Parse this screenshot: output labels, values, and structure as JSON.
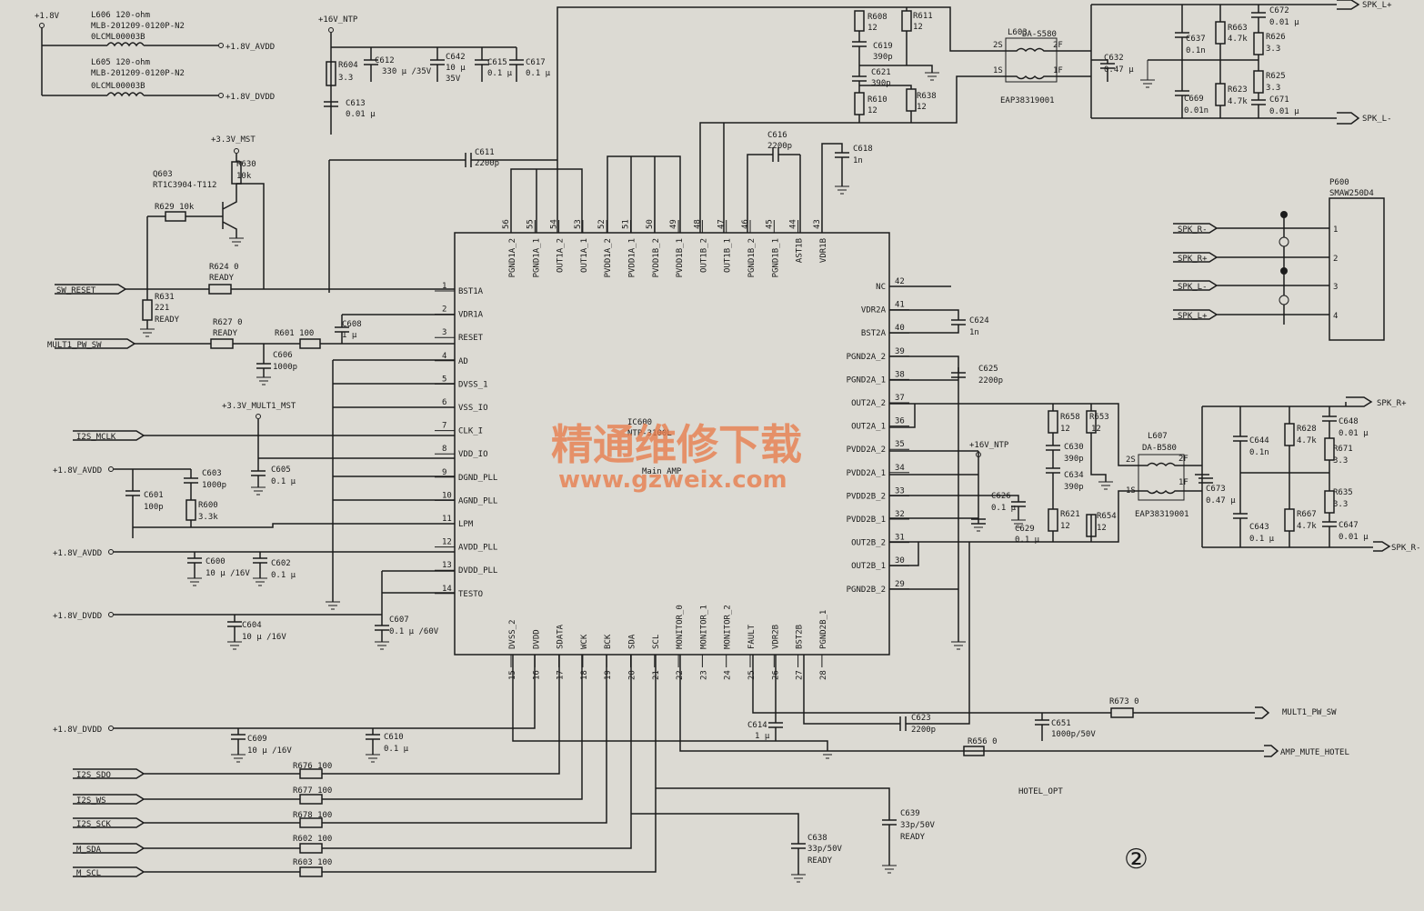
{
  "ic": {
    "ref": "IC600",
    "part": "NTP-3100L",
    "name": "Main AMP",
    "left_pins": [
      {
        "n": "1",
        "name": "BST1A"
      },
      {
        "n": "2",
        "name": "VDR1A"
      },
      {
        "n": "3",
        "name": "RESET"
      },
      {
        "n": "4",
        "name": "AD"
      },
      {
        "n": "5",
        "name": "DVSS_1"
      },
      {
        "n": "6",
        "name": "VSS_IO"
      },
      {
        "n": "7",
        "name": "CLK_I"
      },
      {
        "n": "8",
        "name": "VDD_IO"
      },
      {
        "n": "9",
        "name": "DGND_PLL"
      },
      {
        "n": "10",
        "name": "AGND_PLL"
      },
      {
        "n": "11",
        "name": "LPM"
      },
      {
        "n": "12",
        "name": "AVDD_PLL"
      },
      {
        "n": "13",
        "name": "DVDD_PLL"
      },
      {
        "n": "14",
        "name": "TESTO"
      }
    ],
    "top_pins": [
      {
        "n": "56",
        "name": "PGND1A_2"
      },
      {
        "n": "55",
        "name": "PGND1A_1"
      },
      {
        "n": "54",
        "name": "OUT1A_2"
      },
      {
        "n": "53",
        "name": "OUT1A_1"
      },
      {
        "n": "52",
        "name": "PVDD1A_2"
      },
      {
        "n": "51",
        "name": "PVDD1A_1"
      },
      {
        "n": "50",
        "name": "PVDD1B_2"
      },
      {
        "n": "49",
        "name": "PVDD1B_1"
      },
      {
        "n": "48",
        "name": "OUT1B_2"
      },
      {
        "n": "47",
        "name": "OUT1B_1"
      },
      {
        "n": "46",
        "name": "PGND1B_2"
      },
      {
        "n": "45",
        "name": "PGND1B_1"
      },
      {
        "n": "44",
        "name": "AST1B"
      },
      {
        "n": "43",
        "name": "VDR1B"
      }
    ],
    "right_pins": [
      {
        "n": "42",
        "name": "NC"
      },
      {
        "n": "41",
        "name": "VDR2A"
      },
      {
        "n": "40",
        "name": "BST2A"
      },
      {
        "n": "39",
        "name": "PGND2A_2"
      },
      {
        "n": "38",
        "name": "PGND2A_1"
      },
      {
        "n": "37",
        "name": "OUT2A_2"
      },
      {
        "n": "36",
        "name": "OUT2A_1"
      },
      {
        "n": "35",
        "name": "PVDD2A_2"
      },
      {
        "n": "34",
        "name": "PVDD2A_1"
      },
      {
        "n": "33",
        "name": "PVDD2B_2"
      },
      {
        "n": "32",
        "name": "PVDD2B_1"
      },
      {
        "n": "31",
        "name": "OUT2B_2"
      },
      {
        "n": "30",
        "name": "OUT2B_1"
      },
      {
        "n": "29",
        "name": "PGND2B_2"
      }
    ],
    "bottom_pins": [
      {
        "n": "15",
        "name": "DVSS_2"
      },
      {
        "n": "16",
        "name": "DVDD"
      },
      {
        "n": "17",
        "name": "SDATA"
      },
      {
        "n": "18",
        "name": "WCK"
      },
      {
        "n": "19",
        "name": "BCK"
      },
      {
        "n": "20",
        "name": "SDA"
      },
      {
        "n": "21",
        "name": "SCL"
      },
      {
        "n": "22",
        "name": "MONITOR_0"
      },
      {
        "n": "23",
        "name": "MONITOR_1"
      },
      {
        "n": "24",
        "name": "MONITOR_2"
      },
      {
        "n": "25",
        "name": "FAULT"
      },
      {
        "n": "26",
        "name": "VDR2B"
      },
      {
        "n": "27",
        "name": "BST2B"
      },
      {
        "n": "28",
        "name": "PGND2B_1"
      }
    ]
  },
  "labels": {
    "rail_1v8": "+1.8V",
    "l606_a": "L606 120-ohm",
    "l606_b": "MLB-201209-0120P-N2",
    "l606_c": "0LCML00003B",
    "l605_a": "L605 120-ohm",
    "l605_b": "MLB-201209-0120P-N2",
    "l605_c": "0LCML00003B",
    "out_avdd": "+1.8V_AVDD",
    "out_dvdd": "+1.8V_DVDD",
    "rail_16v": "+16V_NTP",
    "r604": "R604",
    "r604v": "3.3",
    "c613": "C613",
    "c613v": "0.01 μ",
    "c612": "C612",
    "c612v": "330 μ /35V",
    "c642": "C642",
    "c642v": "10 μ",
    "c642v2": "35V",
    "c615": "C615",
    "c615v": "0.1 μ",
    "c617": "C617",
    "c617v": "0.1 μ",
    "rail_3v3": "+3.3V_MST",
    "r630": "R630",
    "r630v": "10k",
    "q603": "Q603",
    "q603v": "RT1C3904-T112",
    "r629": "R629 10k",
    "r624": "R624 0",
    "ready": "READY",
    "sw_reset": "SW_RESET",
    "r631": "R631",
    "r631v": "221",
    "r627": "R627 0",
    "mult1_pw_sw": "MULT1_PW_SW",
    "r601": "R601 100",
    "c608": "C608",
    "c608v": "1 μ",
    "c606": "C606",
    "c606v": "1000p",
    "c611": "C611",
    "c611v": "2200p",
    "rail_3v3_mult": "+3.3V_MULT1_MST",
    "i2s_mclk": "I2S_MCLK",
    "c605": "C605",
    "c605v": "0.1 μ",
    "avdd_in": "+1.8V_AVDD",
    "c603": "C603",
    "c603v": "1000p",
    "c601": "C601",
    "c601v": "100p",
    "r600": "R600",
    "r600v": "3.3k",
    "avdd_in2": "+1.8V_AVDD",
    "c600": "C600",
    "c600v": "10 μ /16V",
    "c602": "C602",
    "c602v": "0.1 μ",
    "dvdd_in": "+1.8V_DVDD",
    "c604": "C604",
    "c604v": "10 μ /16V",
    "c607": "C607",
    "c607v": "0.1 μ /60V",
    "dvdd_in2": "+1.8V_DVDD",
    "c609": "C609",
    "c609v": "10 μ /16V",
    "c610": "C610",
    "c610v": "0.1 μ",
    "i2s_sdo": "I2S_SDO",
    "i2s_ws": "I2S_WS",
    "i2s_sck": "I2S_SCK",
    "m_sda": "M_SDA",
    "m_scl": "M_SCL",
    "r676": "R676 100",
    "r677": "R677 100",
    "r678": "R678 100",
    "r602": "R602 100",
    "r603": "R603 100",
    "c638": "C638",
    "c638v": "33p/50V",
    "c639": "C639",
    "c639v": "33p/50V",
    "hotel_opt": "HOTEL_OPT",
    "c614": "C614",
    "c614v": "1 μ",
    "c623": "C623",
    "c623v": "2200p",
    "c651": "C651",
    "c651v": "1000p/50V",
    "r673": "R673 0",
    "mult1_pw_sw2": "MULT1_PW_SW",
    "r656": "R656 0",
    "amp_mute": "AMP_MUTE_HOTEL",
    "r608": "R608",
    "r608v": "12",
    "r611": "R611",
    "r611v": "12",
    "c619": "C619",
    "c619v": "390p",
    "c621": "C621",
    "c621v": "390p",
    "r610": "R610",
    "r610v": "12",
    "r638": "R638",
    "r638v": "12",
    "l603": "L603",
    "l603v": "DA-S580",
    "l603p": "EAP38319001",
    "p2s": "2S",
    "p2f": "2F",
    "p1s": "1S",
    "p1f": "1F",
    "c632": "C632",
    "c632v": "0.47 μ",
    "c637": "C637",
    "c637v": "0.1n",
    "c669": "C669",
    "c669v": "0.01n",
    "r663": "R663",
    "r663v": "4.7k",
    "r623": "R623",
    "r623v": "4.7k",
    "c672": "C672",
    "c672v": "0.01 μ",
    "r626": "R626",
    "r626v": "3.3",
    "r625": "R625",
    "r625v": "3.3",
    "c671": "C671",
    "c671v": "0.01 μ",
    "spk_lp": "SPK_L+",
    "spk_lm": "SPK_L-",
    "c616": "C616",
    "c616v": "2200p",
    "c618": "C618",
    "c618v": "1n",
    "p600": "P600",
    "p600v": "SMAW250D4",
    "spk_rm_c": "SPK_R-",
    "spk_rp_c": "SPK_R+",
    "spk_lm_c": "SPK_L-",
    "spk_lp_c": "SPK_L+",
    "pin1": "1",
    "pin2": "2",
    "pin3": "3",
    "pin4": "4",
    "c624": "C624",
    "c624v": "1n",
    "c625": "C625",
    "c625v": "2200p",
    "rail_16v_b": "+16V_NTP",
    "c626": "C626",
    "c626v": "0.1 μ",
    "c629": "C629",
    "c629v": "0.1 μ",
    "r658": "R658",
    "r658v": "12",
    "r653": "R653",
    "r653v": "12",
    "c630": "C630",
    "c630v": "390p",
    "c634": "C634",
    "c634v": "390p",
    "r621": "R621",
    "r621v": "12",
    "r654": "R654",
    "r654v": "12",
    "l607": "L607",
    "l607v": "DA-B580",
    "l607p": "EAP38319001",
    "q2s": "2S",
    "q2f": "2F",
    "q1s": "1S",
    "q1f": "1F",
    "c673": "C673",
    "c673v": "0.47 μ",
    "c644": "C644",
    "c644v": "0.1n",
    "c643": "C643",
    "c643v": "0.1 μ",
    "r628": "R628",
    "r628v": "4.7k",
    "r667": "R667",
    "r667v": "4.7k",
    "c648": "C648",
    "c648v": "0.01 μ",
    "r671": "R671",
    "r671v": "3.3",
    "r635": "R635",
    "r635v": "3.3",
    "c647": "C647",
    "c647v": "0.01 μ",
    "spk_rp": "SPK_R+",
    "spk_rm": "SPK_R-",
    "watermark_cn": "精通维修下载",
    "watermark_url": "www.gzweix.com",
    "sheet_no": "②"
  }
}
